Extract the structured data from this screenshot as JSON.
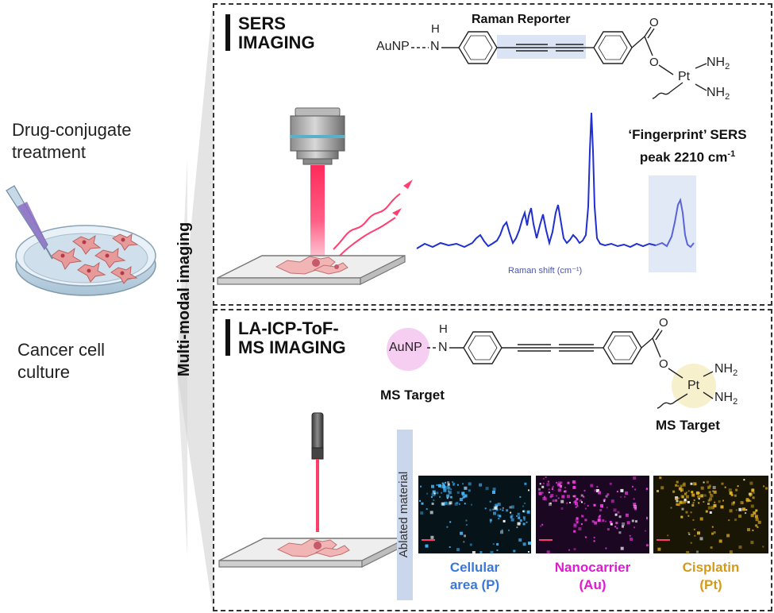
{
  "left": {
    "drug_treatment": [
      "Drug-conjugate",
      "treatment"
    ],
    "cell_culture": [
      "Cancer cell",
      "culture"
    ],
    "vertical_label": "Multi-modal imaging"
  },
  "sers_panel": {
    "title_line1": "SERS",
    "title_line2": "IMAGING",
    "reporter_label": "Raman Reporter",
    "chem": {
      "aunp": "AuNP",
      "h": "H",
      "n": "N",
      "o_top": "O",
      "o_side": "O",
      "pt": "Pt",
      "nh2_top": "NH",
      "nh2_bot": "NH",
      "sub": "2"
    },
    "fingerprint_line1": "‘Fingerprint’ SERS",
    "fingerprint_line2": "peak 2210 cm",
    "fingerprint_sup": "-1",
    "axis_label": "Raman shift (cm⁻¹)"
  },
  "ms_panel": {
    "title_line1": "LA-ICP-ToF-",
    "title_line2": "MS IMAGING",
    "chem": {
      "aunp": "AuNP",
      "h": "H",
      "n": "N",
      "o_top": "O",
      "o_side": "O",
      "pt": "Pt",
      "nh2_top": "NH",
      "nh2_bot": "NH",
      "sub": "2"
    },
    "ms_target_left": "MS Target",
    "ms_target_right": "MS Target",
    "ablated_label": "Ablated material",
    "maps": [
      {
        "line1": "Cellular",
        "line2": "area (P)",
        "color": "#3a78d8",
        "dot": "#46b8ff"
      },
      {
        "line1": "Nanocarrier",
        "line2": "(Au)",
        "color": "#e01ad0",
        "dot": "#ff3cf0"
      },
      {
        "line1": "Cisplatin",
        "line2": "(Pt)",
        "color": "#d49a1a",
        "dot": "#e0b020"
      }
    ]
  }
}
